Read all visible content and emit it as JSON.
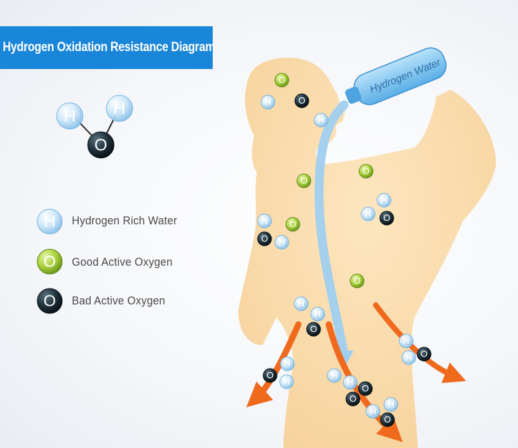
{
  "title": "Hydrogen Oxidation Resistance Diagram",
  "bottle_label": "Hydrogen Water",
  "molecule_labels": {
    "hydrogen": "H",
    "oxygen": "O"
  },
  "legend": [
    {
      "label": "Hydrogen Rich Water",
      "symbol": "H",
      "kind": "hydrogen"
    },
    {
      "label": "Good Active Oxygen",
      "symbol": "O",
      "kind": "good-oxygen"
    },
    {
      "label": "Bad Active Oxygen",
      "symbol": "O",
      "kind": "bad-oxygen"
    }
  ],
  "colors": {
    "title_bg": "#1a86d9",
    "hydrogen": "#bfe0f7",
    "good_oxygen": "#9cc43a",
    "bad_oxygen": "#1d2b33",
    "body": "#f8dcae",
    "flow_arrow": "#9fcff0",
    "out_arrow": "#f06a1e"
  }
}
